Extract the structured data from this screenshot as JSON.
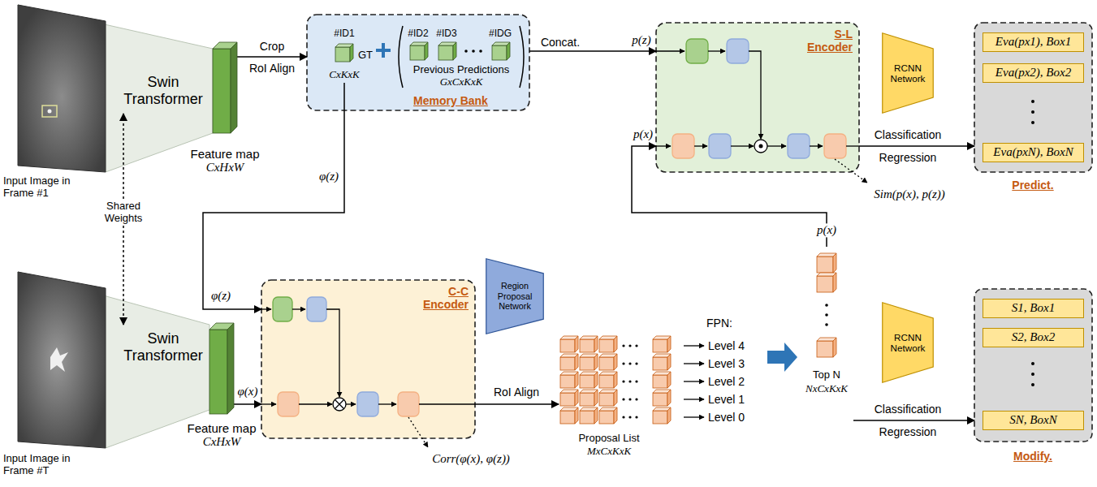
{
  "diagram": {
    "nodes": [
      {
        "text": [
          "Swin Transformer"
        ]
      },
      {
        "text": [
          "Feature map",
          "CxHxW"
        ]
      },
      {
        "text": [
          "Memory Bank"
        ]
      },
      {
        "text": [
          "#ID1",
          "GT",
          "CxKxK"
        ],
        "in": 2
      },
      {
        "text": [
          "#ID2",
          "#ID3",
          "#IDG",
          "Previous Predictions",
          "GxCxKxK"
        ],
        "in": 2
      },
      {
        "text": [
          "S-L Encoder"
        ]
      },
      {
        "text": [
          "RCNN Network"
        ]
      },
      {
        "text": [
          "Predict."
        ]
      },
      {
        "text": [
          "Eva(px1), Box1"
        ],
        "in": 7
      },
      {
        "text": [
          "Eva(px2), Box2"
        ],
        "in": 7
      },
      {
        "text": [
          "Eva(pxN), BoxN"
        ],
        "in": 7
      },
      {
        "text": [
          "Swin Transformer"
        ]
      },
      {
        "text": [
          "Feature map",
          "CxHxW"
        ]
      },
      {
        "text": [
          "C-C Encoder"
        ]
      },
      {
        "text": [
          "Region Proposal Network"
        ]
      },
      {
        "text": [
          "Proposal List",
          "MxCxKxK"
        ]
      },
      {
        "text": [
          "Top N",
          "NxCxKxK"
        ]
      },
      {
        "text": [
          "RCNN Network"
        ]
      },
      {
        "text": [
          "Modify."
        ]
      },
      {
        "text": [
          "S1, Box1"
        ],
        "in": 18
      },
      {
        "text": [
          "S2, Box2"
        ],
        "in": 18
      },
      {
        "text": [
          "SN, BoxN"
        ],
        "in": 18
      }
    ],
    "edges": [
      {
        "from": 0,
        "to": 11,
        "arrow": "both",
        "label": "Shared Weights"
      },
      {
        "from": 1,
        "to": 2,
        "arrow": "to",
        "label": "Crop"
      },
      {
        "from": 3,
        "to": 13,
        "arrow": "to",
        "label": "φ(z)"
      },
      {
        "from": 2,
        "to": 5,
        "arrow": "to",
        "label": "Concat."
      },
      {
        "from": 12,
        "to": 13,
        "arrow": "to",
        "label": "φ(x)"
      },
      {
        "from": 13,
        "to": 15,
        "arrow": "to",
        "label": "RoI Align"
      },
      {
        "from": 16,
        "to": 5,
        "arrow": "to",
        "label": "p(x)"
      },
      {
        "from": 5,
        "to": 7,
        "arrow": "to",
        "label": "Classification"
      },
      {
        "from": 16,
        "to": 18,
        "arrow": "to",
        "label": "Classification"
      }
    ],
    "labels": [
      "Input Image in Frame #1",
      "RoI Align",
      "φ(z)",
      "p(z)",
      "p(x)",
      "Sim(p(x), p(z))",
      "Regression",
      "Input Image in Frame #T",
      "Corr(φ(x), φ(z))",
      "FPN:",
      "Level 4",
      "Level 3",
      "Level 2",
      "Level 1",
      "Level 0",
      "Regression"
    ]
  }
}
